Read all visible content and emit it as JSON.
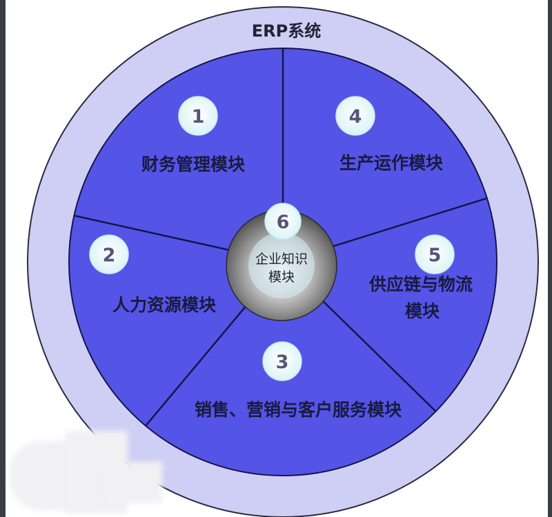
{
  "diagram": {
    "title": "ERP系统",
    "center": {
      "number": "6",
      "line1": "企业知识",
      "line2": "模块"
    },
    "modules": [
      {
        "number": "1",
        "lines": [
          "财务管理模块"
        ]
      },
      {
        "number": "4",
        "lines": [
          "生产运作模块"
        ]
      },
      {
        "number": "2",
        "lines": [
          "人力资源模块"
        ]
      },
      {
        "number": "5",
        "lines": [
          "供应链与物流",
          "模块"
        ]
      },
      {
        "number": "3",
        "lines": [
          "销售、营销与客户服务模块"
        ]
      }
    ],
    "colors": {
      "outer_ring": "#cfcff5",
      "sectors": "#5454e6",
      "divider": "#15154a",
      "badge": "#e8f8fa",
      "hub": "#8a8a8a"
    }
  }
}
